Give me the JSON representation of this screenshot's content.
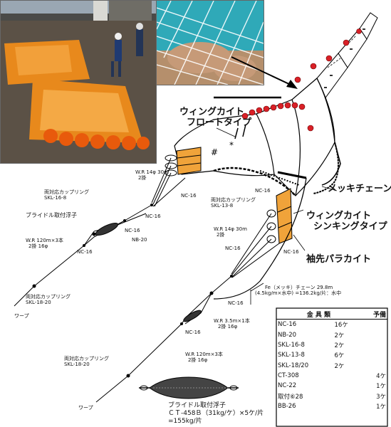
{
  "labels": {
    "float_kite": [
      "ウィングカイト",
      "フロートタイプ"
    ],
    "sinking_kite": [
      "ウィングカイト",
      "シンキングタイプ"
    ],
    "plated_chain": "メッキチェーン",
    "sleeve_kite": "袖先パラカイト",
    "bridle_float_top": "ブライドル取付浮子",
    "coupling_a": [
      "両対応カップリング",
      "SKL-16-8"
    ],
    "coupling_b": [
      "両対応カップリング",
      "SKL-13-8"
    ],
    "coupling_c": [
      "両対応カップリング",
      "SKL-18-20"
    ],
    "coupling_d": [
      "両対応カップリング",
      "SKL-18-20"
    ],
    "wr_top_upper": [
      "W.R 14φ  30m",
      "2掛"
    ],
    "wr_top_lower": [
      "W.R 14φ  30m",
      "2掛"
    ],
    "wr_120_upper": [
      "W.R 120m×3本",
      "2掛  16φ"
    ],
    "wr_120_lower": [
      "W.R 120m×3本",
      "2掛  16φ"
    ],
    "wr_35": [
      "W.R 3.5m×1本",
      "2掛  16φ"
    ],
    "warp_upper": "ワープ",
    "warp_lower": "ワープ",
    "nc16": "NC-16",
    "nb20": "NB-20",
    "fe_chain": [
      "Fe（メッキ）チェーン  29.8m",
      "(4.5kg/m×水中) =136.2kg/片：水中"
    ],
    "bridle_float_bottom": [
      "ブライドル取付浮子",
      "ＣＴ-458Ｂ（31kg/ケ）×5ケ/片",
      "=155kg/片"
    ]
  },
  "parts_table": {
    "header": [
      "金 具 類",
      "予備"
    ],
    "rows": [
      [
        "NC-16",
        "16ケ",
        ""
      ],
      [
        "NB-20",
        "2ケ",
        ""
      ],
      [
        "SKL-16-8",
        "2ケ",
        ""
      ],
      [
        "SKL-13-8",
        "6ケ",
        ""
      ],
      [
        "SKL-18/20",
        "2ケ",
        ""
      ],
      [
        "CT-308",
        "",
        "4ケ"
      ],
      [
        "NC-22",
        "",
        "1ケ"
      ],
      [
        "取付⑥28",
        "",
        "3ケ"
      ],
      [
        "BB-26",
        "",
        "1ケ"
      ]
    ]
  },
  "colors": {
    "kite_orange": "#f0a33a",
    "float_red": "#d92027",
    "deck_orange": "#e8891c"
  }
}
